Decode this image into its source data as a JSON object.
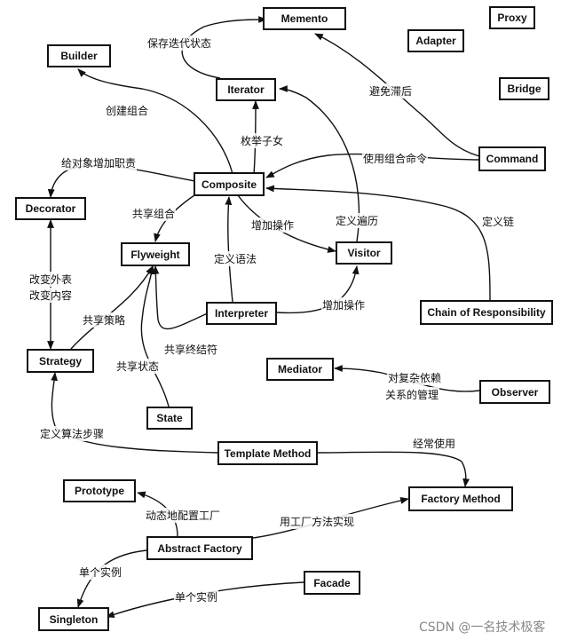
{
  "patterns": {
    "memento": "Memento",
    "proxy": "Proxy",
    "adapter": "Adapter",
    "builder": "Builder",
    "iterator": "Iterator",
    "bridge": "Bridge",
    "command": "Command",
    "composite": "Composite",
    "decorator": "Decorator",
    "flyweight": "Flyweight",
    "visitor": "Visitor",
    "interpreter": "Interpreter",
    "chain": "Chain of Responsibility",
    "strategy": "Strategy",
    "mediator": "Mediator",
    "observer": "Observer",
    "state": "State",
    "template": "Template Method",
    "prototype": "Prototype",
    "factory_method": "Factory Method",
    "abstract_factory": "Abstract Factory",
    "facade": "Facade",
    "singleton": "Singleton"
  },
  "relations": {
    "save_iteration_state": "保存迭代状态",
    "avoid_lag": "避免滞后",
    "create_composite": "创建组合",
    "enumerate_children": "枚举子女",
    "use_composite_command": "使用组合命令",
    "add_responsibility": "给对象增加职责",
    "share_composite": "共享组合",
    "add_operation_1": "增加操作",
    "define_traversal": "定义遍历",
    "define_chain": "定义链",
    "change_skin_1": "改变外表",
    "change_skin_2": "改变内容",
    "define_grammar": "定义语法",
    "add_operation_2": "增加操作",
    "share_strategy": "共享策略",
    "share_terminal": "共享终结符",
    "share_state": "共享状态",
    "complex_dep_1": "对复杂依赖",
    "complex_dep_2": "关系的管理",
    "define_algo_steps": "定义算法步骤",
    "often_use": "经常使用",
    "dynamic_config": "动态地配置工厂",
    "implement_with_fm": "用工厂方法实现",
    "single_instance_1": "单个实例",
    "single_instance_2": "单个实例"
  },
  "watermark": "CSDN @一名技术极客"
}
